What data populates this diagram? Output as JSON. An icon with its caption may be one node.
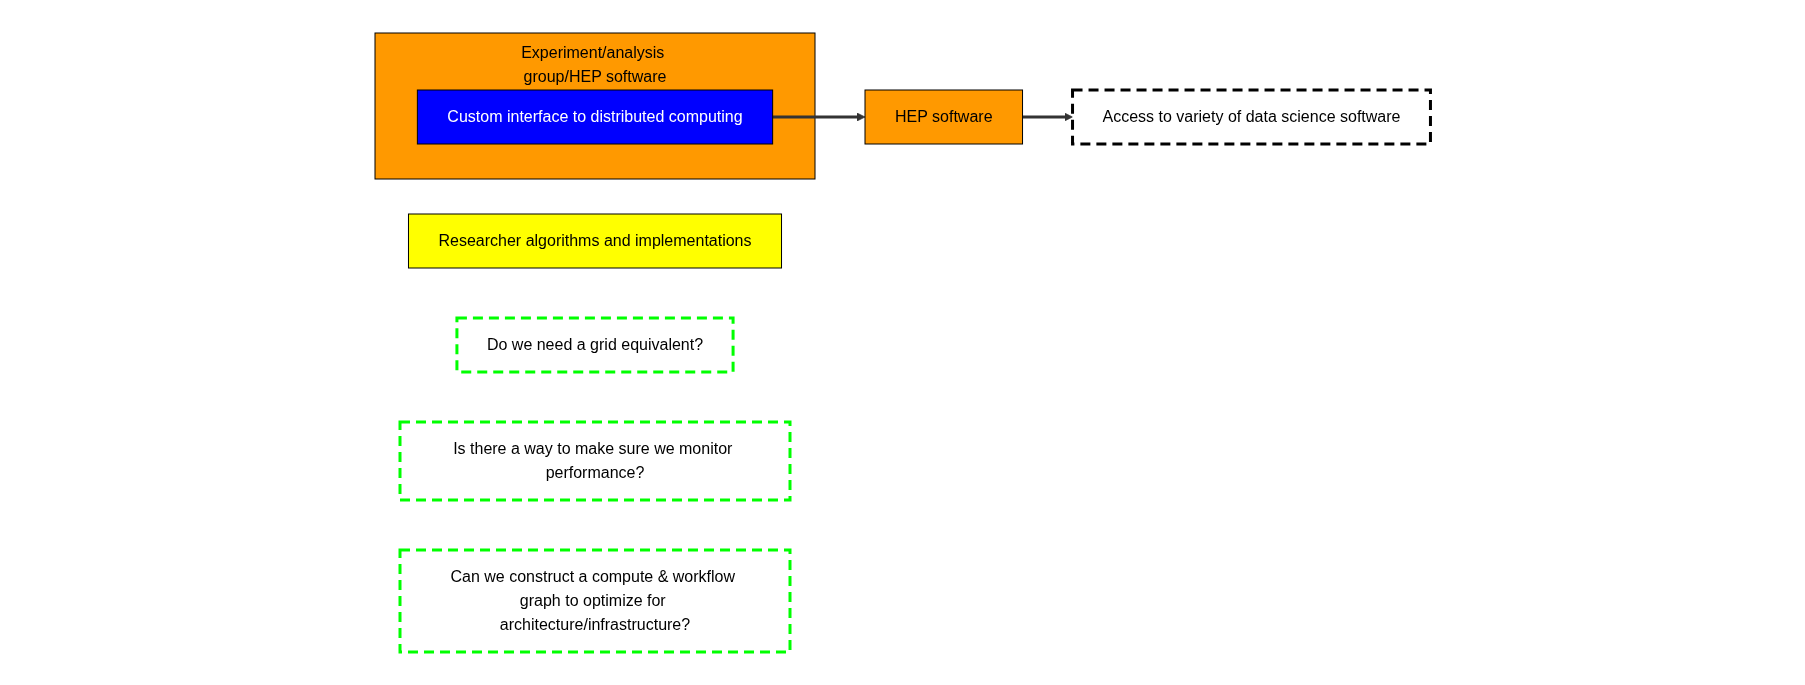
{
  "diagram": {
    "nodes": [
      {
        "text": [
          "Researcher algorithms and implementations"
        ]
      },
      {
        "text": [
          "Experiment/analysis group/HEP software"
        ]
      },
      {
        "text": [
          "Custom interface to distributed computing"
        ],
        "in": 1
      },
      {
        "text": [
          "HEP software"
        ]
      },
      {
        "text": [
          "Access to variety of data science software"
        ]
      },
      {
        "text": [
          "Do we need a grid equivalent?"
        ]
      },
      {
        "text": [
          "Is there a way to make sure we monitor performance?"
        ]
      },
      {
        "text": [
          "Can we construct a compute & workflow graph to optimize for architecture/infrastructure?"
        ]
      }
    ],
    "edges": [
      {
        "from": 2,
        "to": 3,
        "arrow": "to"
      },
      {
        "from": 3,
        "to": 4,
        "arrow": "to"
      }
    ]
  }
}
